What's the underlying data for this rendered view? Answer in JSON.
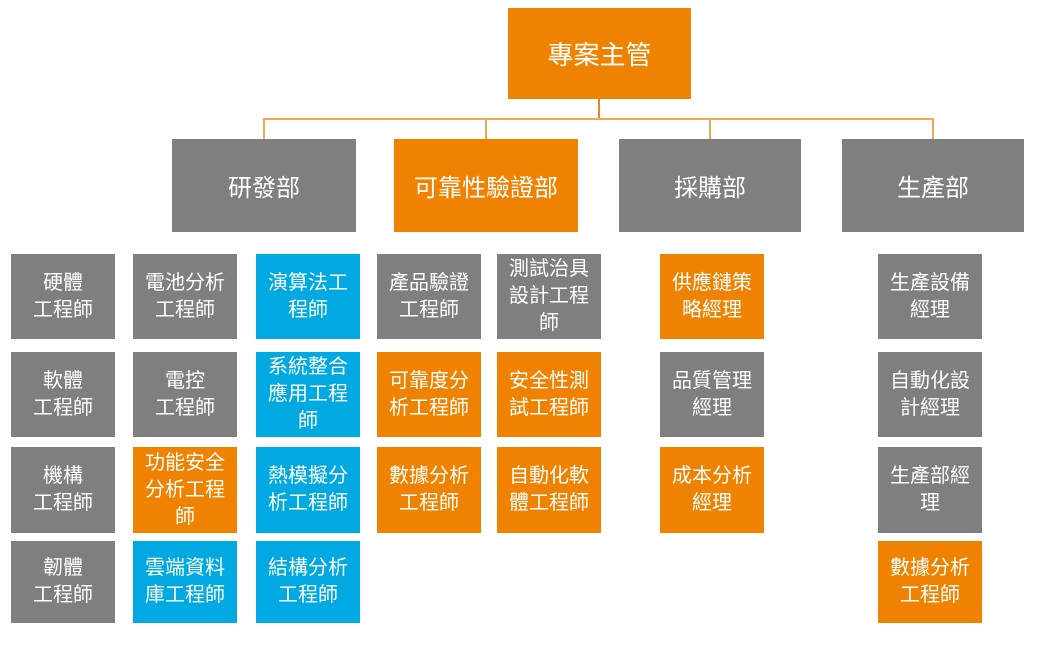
{
  "diagram_type": "org-chart",
  "palette": {
    "orange": "#EF8200",
    "gray": "#7F7F7F",
    "cyan": "#00A9E1",
    "connector_dark": "#E8861A",
    "connector_light": "#F2A851",
    "text_color": "#FFFFFF",
    "background": "#FFFFFF"
  },
  "root": {
    "label": "專案主管",
    "color": "orange"
  },
  "departments": [
    {
      "label": "研發部",
      "color": "gray"
    },
    {
      "label": "可靠性驗證部",
      "color": "orange"
    },
    {
      "label": "採購部",
      "color": "gray"
    },
    {
      "label": "生產部",
      "color": "gray"
    }
  ],
  "columns": [
    {
      "boxes": [
        {
          "label": "硬體\n工程師",
          "color": "gray"
        },
        {
          "label": "軟體\n工程師",
          "color": "gray"
        },
        {
          "label": "機構\n工程師",
          "color": "gray"
        },
        {
          "label": "韌體\n工程師",
          "color": "gray"
        }
      ]
    },
    {
      "boxes": [
        {
          "label": "電池分析\n工程師",
          "color": "gray"
        },
        {
          "label": "電控\n工程師",
          "color": "gray"
        },
        {
          "label": "功能安全\n分析工程\n師",
          "color": "orange"
        },
        {
          "label": "雲端資料\n庫工程師",
          "color": "cyan"
        }
      ]
    },
    {
      "boxes": [
        {
          "label": "演算法工\n程師",
          "color": "cyan"
        },
        {
          "label": "系統整合\n應用工程\n師",
          "color": "cyan"
        },
        {
          "label": "熱模擬分\n析工程師",
          "color": "cyan"
        },
        {
          "label": "結構分析\n工程師",
          "color": "cyan"
        }
      ]
    },
    {
      "boxes": [
        {
          "label": "產品驗證\n工程師",
          "color": "gray"
        },
        {
          "label": "可靠度分\n析工程師",
          "color": "orange"
        },
        {
          "label": "數據分析\n工程師",
          "color": "orange"
        }
      ]
    },
    {
      "boxes": [
        {
          "label": "測試治具\n設計工程\n師",
          "color": "gray"
        },
        {
          "label": "安全性測\n試工程師",
          "color": "orange"
        },
        {
          "label": "自動化軟\n體工程師",
          "color": "orange"
        }
      ]
    },
    {
      "boxes": [
        {
          "label": "供應鏈策\n略經理",
          "color": "orange"
        },
        {
          "label": "品質管理\n經理",
          "color": "gray"
        },
        {
          "label": "成本分析\n經理",
          "color": "orange"
        }
      ]
    },
    {
      "boxes": [
        {
          "label": "生產設備\n經理",
          "color": "gray"
        },
        {
          "label": "自動化設\n計經理",
          "color": "gray"
        },
        {
          "label": "生產部經\n理",
          "color": "gray"
        },
        {
          "label": "數據分析\n工程師",
          "color": "orange"
        }
      ]
    }
  ]
}
